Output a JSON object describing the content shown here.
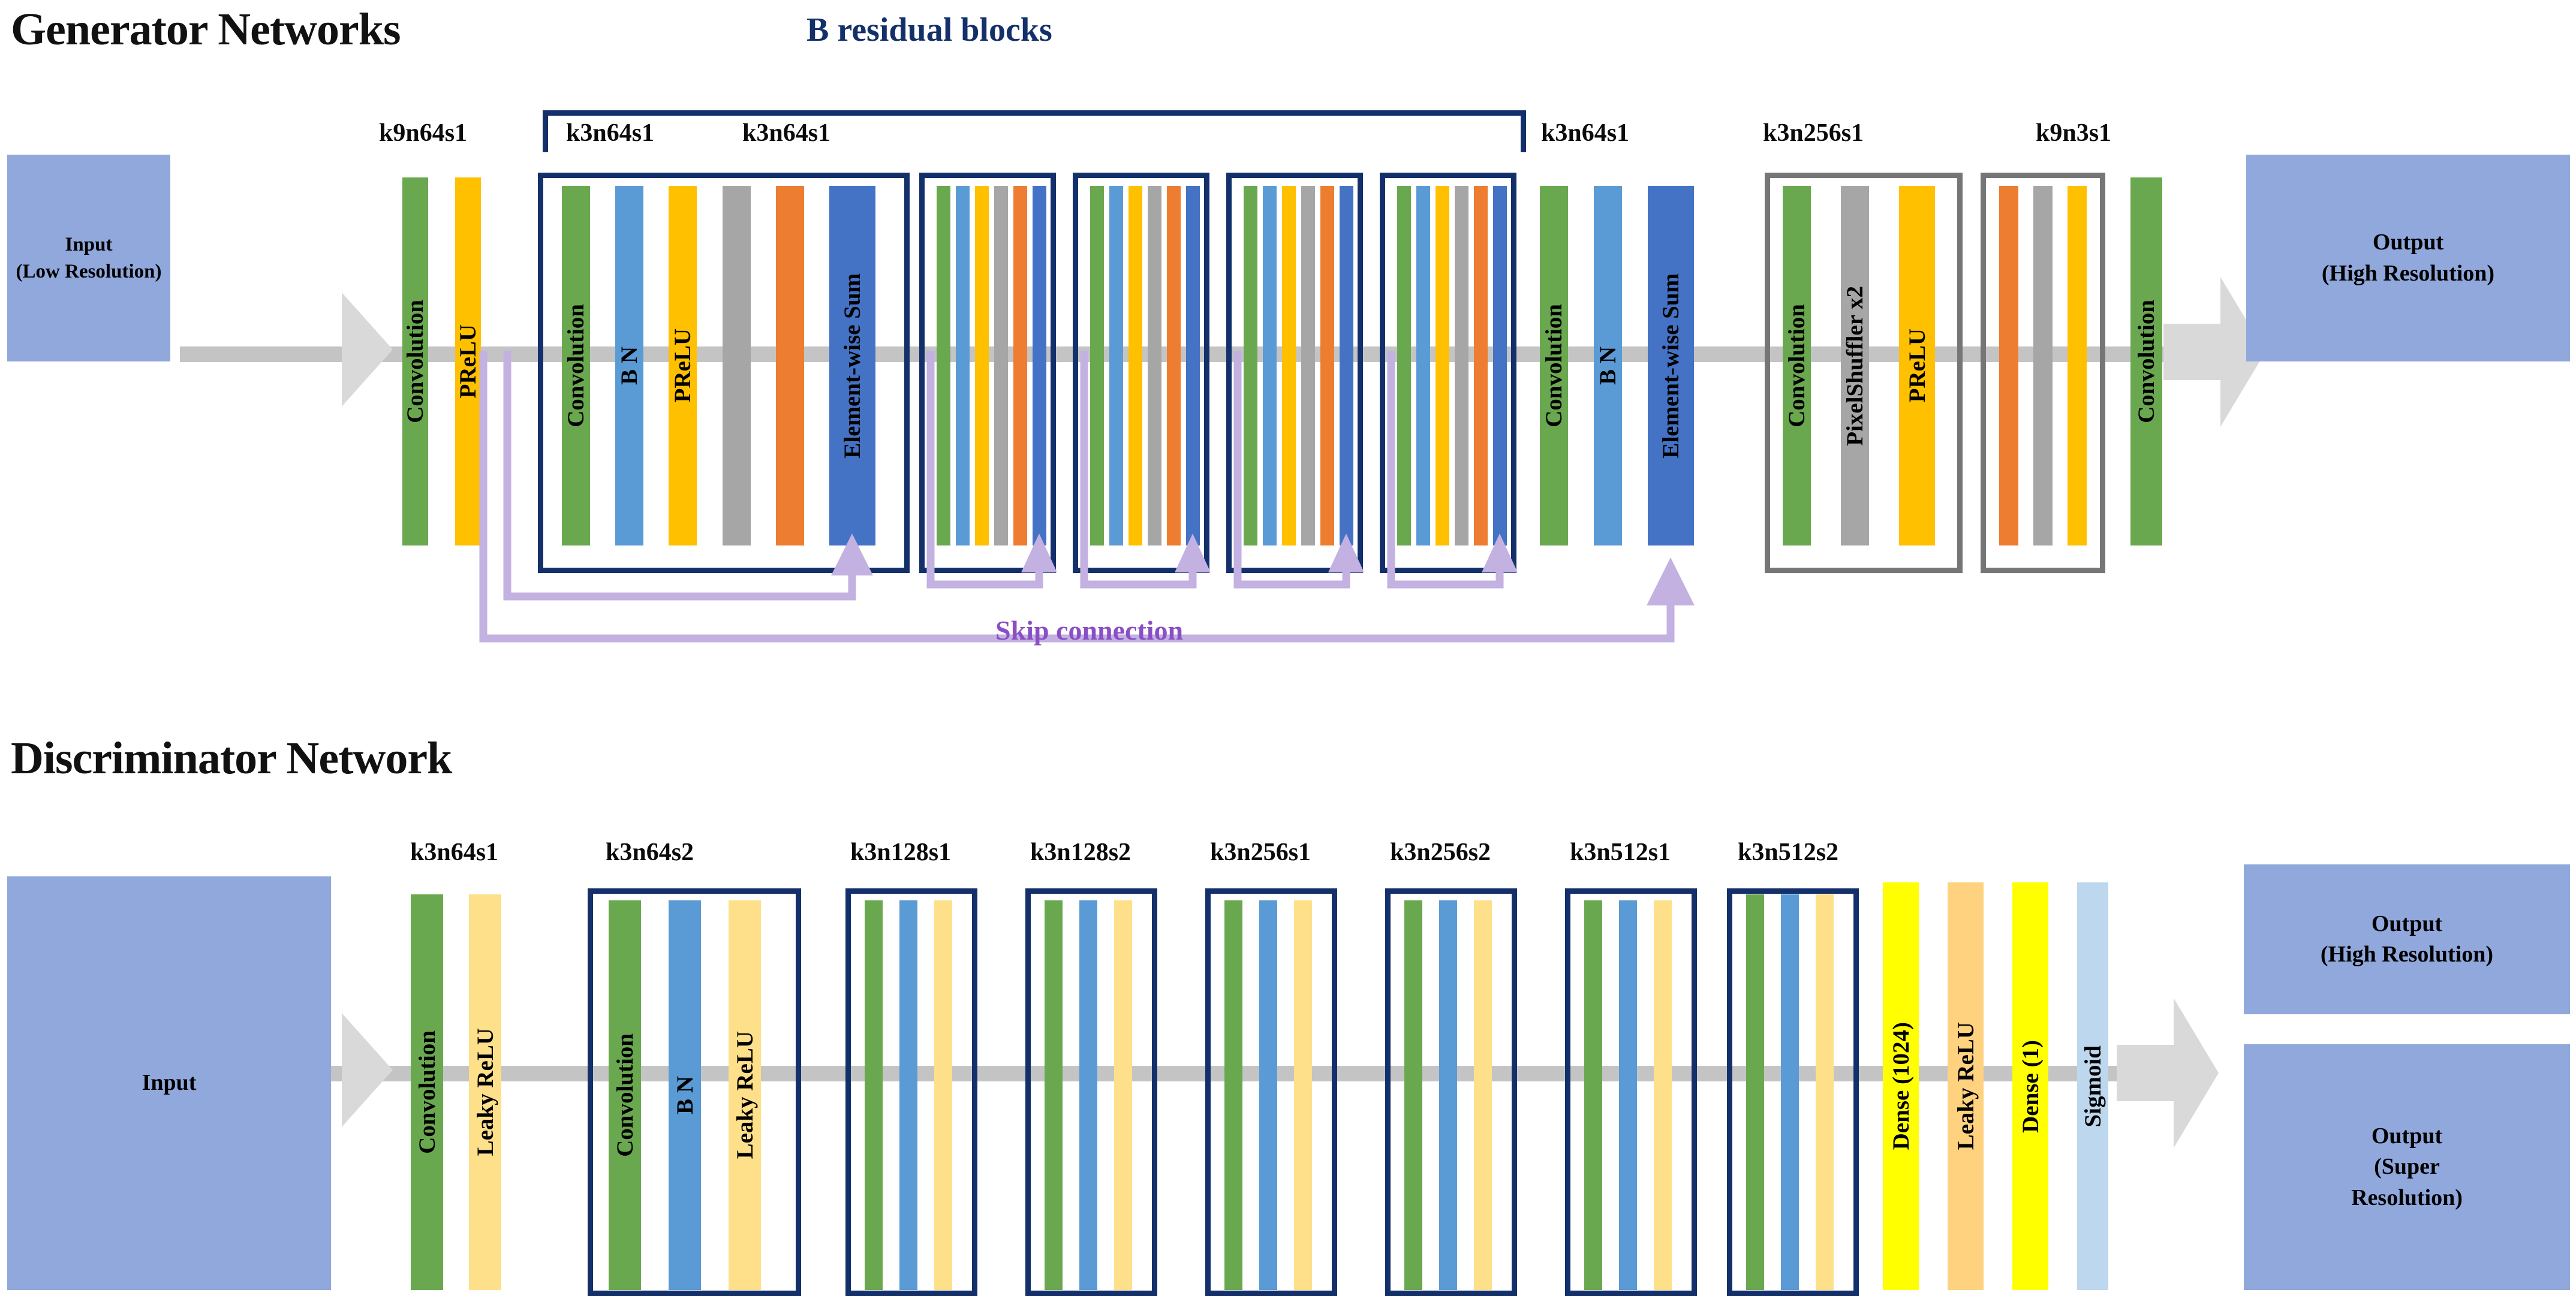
{
  "titles": {
    "generator": "Generator Networks",
    "discriminator": "Discriminator Network"
  },
  "colors": {
    "io_block": "#90a8dc",
    "convolution": "#6aa84f",
    "batch_norm": "#5b9bd5",
    "prelu": "#ffc000",
    "grey_layer": "#a6a6a6",
    "orange_layer": "#ed7d31",
    "elementwise_sum": "#4472c4",
    "leaky_relu": "#ffe08a",
    "dense": "#ffff00",
    "leaky_relu_dense": "#ffd27f",
    "sigmoid": "#bdd7ee",
    "frame_navy": "#14306b",
    "frame_grey": "#767676",
    "skip_connection": "#c3b1e1",
    "spine": "#c4c4c4",
    "arrow_grey": "#d9d9d9"
  },
  "generator": {
    "bracket_label": "B residual blocks",
    "skip_label": "Skip connection",
    "input": {
      "line1": "Input",
      "line2": "(Low Resolution)"
    },
    "output": {
      "line1": "Output",
      "line2": "(High Resolution)"
    },
    "kernel_captions": [
      {
        "text": "k9n64s1"
      },
      {
        "text": "k3n64s1"
      },
      {
        "text": "k3n64s1"
      },
      {
        "text": "k3n64s1"
      },
      {
        "text": "k3n256s1"
      },
      {
        "text": "k9n3s1"
      }
    ],
    "head": [
      {
        "label": "Convolution",
        "color": "#6aa84f"
      },
      {
        "label": "PReLU",
        "color": "#ffc000"
      }
    ],
    "residual_block_full": [
      {
        "label": "Convolution",
        "color": "#6aa84f"
      },
      {
        "label": "B N",
        "color": "#5b9bd5"
      },
      {
        "label": "PReLU",
        "color": "#ffc000"
      },
      {
        "label": "",
        "color": "#a6a6a6"
      },
      {
        "label": "",
        "color": "#ed7d31"
      },
      {
        "label": "Element-wise  Sum",
        "color": "#4472c4"
      }
    ],
    "residual_block_compact": [
      {
        "color": "#6aa84f"
      },
      {
        "color": "#5b9bd5"
      },
      {
        "color": "#ffc000"
      },
      {
        "color": "#a6a6a6"
      },
      {
        "color": "#ed7d31"
      },
      {
        "color": "#4472c4"
      }
    ],
    "compact_block_count": 4,
    "post_residual": [
      {
        "label": "Convolution",
        "color": "#6aa84f"
      },
      {
        "label": "B N",
        "color": "#5b9bd5"
      },
      {
        "label": "Element-wise  Sum",
        "color": "#4472c4"
      }
    ],
    "upsample_block_1": [
      {
        "label": "Convolution",
        "color": "#6aa84f"
      },
      {
        "label": "PixelShuffler x2",
        "color": "#a6a6a6"
      },
      {
        "label": "PReLU",
        "color": "#ffc000"
      }
    ],
    "upsample_block_2": [
      {
        "label": "",
        "color": "#ed7d31"
      },
      {
        "label": "",
        "color": "#a6a6a6"
      },
      {
        "label": "",
        "color": "#ffc000"
      }
    ],
    "tail": [
      {
        "label": "Convolution",
        "color": "#6aa84f"
      }
    ]
  },
  "discriminator": {
    "input": {
      "line1": "Input",
      "line2": ""
    },
    "output_hr": {
      "line1": "Output",
      "line2": "(High Resolution)"
    },
    "output_sr": {
      "line1": "Output",
      "line2": "(Super",
      "line3": "Resolution)"
    },
    "kernel_captions": [
      {
        "text": "k3n64s1"
      },
      {
        "text": "k3n64s2"
      },
      {
        "text": "k3n128s1"
      },
      {
        "text": "k3n128s2"
      },
      {
        "text": "k3n256s1"
      },
      {
        "text": "k3n256s2"
      },
      {
        "text": "k3n512s1"
      },
      {
        "text": "k3n512s2"
      }
    ],
    "head": [
      {
        "label": "Convolution",
        "color": "#6aa84f"
      },
      {
        "label": "Leaky ReLU",
        "color": "#ffe08a"
      }
    ],
    "first_conv_block": [
      {
        "label": "Convolution",
        "color": "#6aa84f"
      },
      {
        "label": "B N",
        "color": "#5b9bd5"
      },
      {
        "label": "Leaky ReLU",
        "color": "#ffe08a"
      }
    ],
    "conv_block_compact": [
      {
        "color": "#6aa84f"
      },
      {
        "color": "#5b9bd5"
      },
      {
        "color": "#ffe08a"
      }
    ],
    "compact_block_count": 6,
    "dense_layers": [
      {
        "label": "Dense (1024)",
        "color": "#ffff00"
      },
      {
        "label": "Leaky ReLU",
        "color": "#ffd27f"
      },
      {
        "label": "Dense (1)",
        "color": "#ffff00"
      },
      {
        "label": "Sigmoid",
        "color": "#bdd7ee"
      }
    ]
  }
}
